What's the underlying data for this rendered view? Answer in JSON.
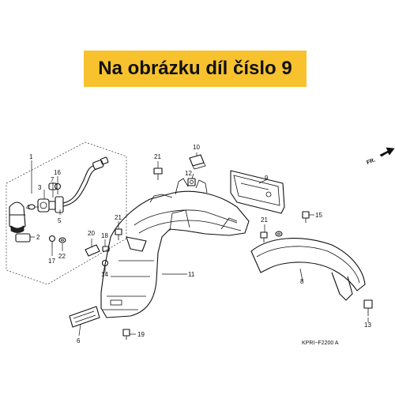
{
  "banner": {
    "text": "Na obrázku díl číslo 9",
    "background": "#f7c22e",
    "text_color": "#111111"
  },
  "callouts": [
    "1",
    "2",
    "3",
    "4",
    "5",
    "6",
    "7",
    "8",
    "9",
    "10",
    "11",
    "12",
    "13",
    "14",
    "15",
    "16",
    "17",
    "18",
    "19",
    "20",
    "21",
    "21",
    "21",
    "22"
  ],
  "direction_label": "FR.",
  "diagram_code": "KPRI−F2200 A"
}
